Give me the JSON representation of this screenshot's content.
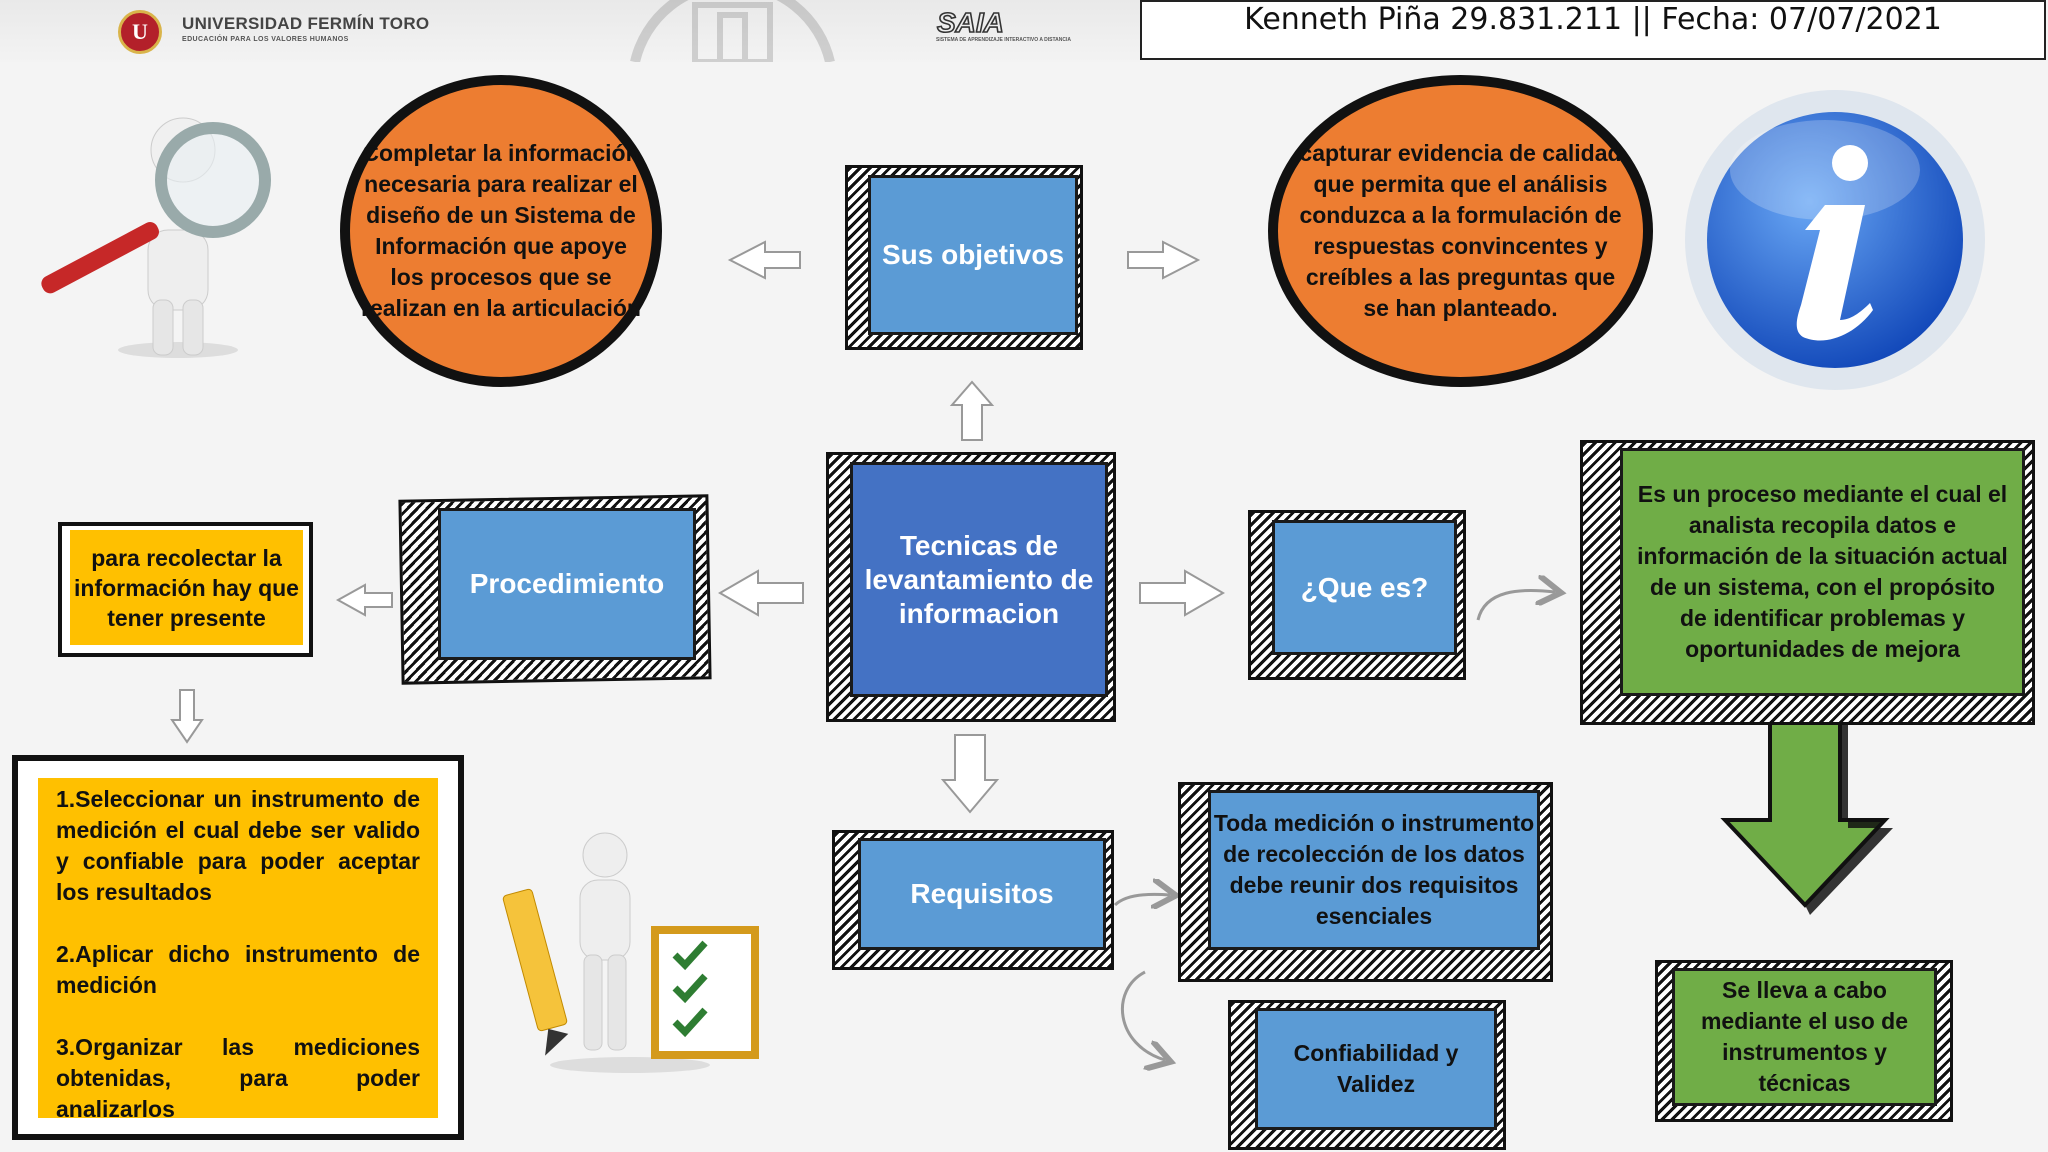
{
  "header": {
    "university_name": "UNIVERSIDAD FERMÍN TORO",
    "university_tagline": "EDUCACIÓN PARA LOS VALORES HUMANOS",
    "saia_logo": "SAIA",
    "saia_tagline": "SISTEMA DE APRENDIZAJE INTERACTIVO A DISTANCIA",
    "author_line": "Kenneth Piña 29.831.211 || Fecha: 07/07/2021"
  },
  "center": {
    "title": "Tecnicas de levantamiento de informacion"
  },
  "objetivos": {
    "label": "Sus objetivos",
    "left_oval": "Completar la información necesaria para realizar el diseño de un Sistema de Información que apoye los procesos que se realizan en la articulación",
    "right_oval": "capturar evidencia de calidad que permita que el análisis conduzca a la formulación de respuestas convincentes y creíbles a las preguntas que se han planteado."
  },
  "procedimiento": {
    "label": "Procedimiento",
    "note": "para recolectar la información hay que tener presente",
    "steps": [
      "1.Seleccionar un instrumento de medición el cual debe ser valido y confiable para poder aceptar los resultados",
      "2.Aplicar dicho instrumento de medición",
      "3.Organizar las mediciones obtenidas, para poder analizarlos"
    ]
  },
  "que_es": {
    "label": "¿Que es?",
    "definition": "Es un proceso mediante el cual el analista recopila datos e información de la situación actual de un sistema, con el propósito de identificar problemas y oportunidades de mejora",
    "method": "Se lleva a cabo mediante el uso de instrumentos y técnicas"
  },
  "requisitos": {
    "label": "Requisitos",
    "description": "Toda medición o instrumento de recolección de los datos debe reunir dos requisitos esenciales",
    "result": "Confiabilidad y Validez"
  },
  "icons": {
    "magnifier": "magnifier-figure-icon",
    "info": "info-icon",
    "checklist": "checklist-figure-icon"
  },
  "colors": {
    "blue": "#5b9bd5",
    "blue_dark": "#4472c4",
    "orange": "#ed7d31",
    "yellow": "#ffc000",
    "green": "#70ad47"
  }
}
